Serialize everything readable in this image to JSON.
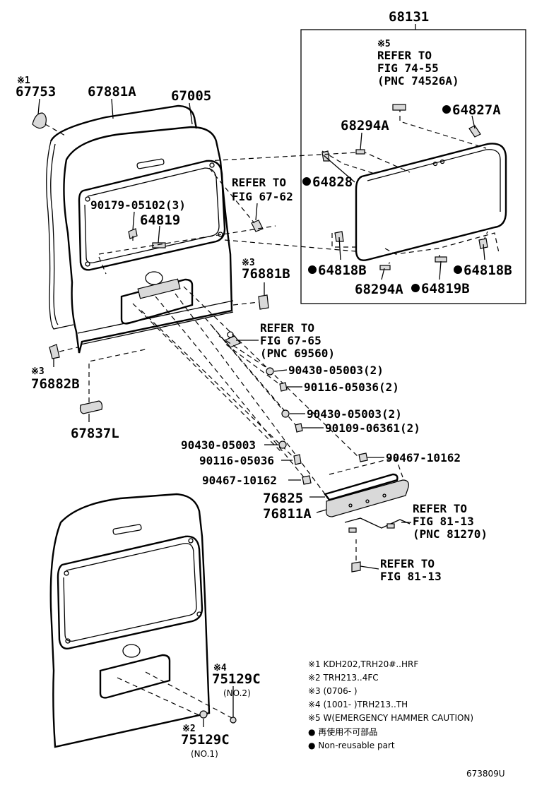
{
  "labels": {
    "p68131": "68131",
    "note5": "※5",
    "refer_7455_a": "REFER TO",
    "refer_7455_b": "FIG 74-55",
    "refer_7455_c": "(PNC 74526A)",
    "p64827A": "64827A",
    "p68294A_top": "68294A",
    "p64828": "64828",
    "p64818B_left": "64818B",
    "p64818B_right": "64818B",
    "p68294A_bottom": "68294A",
    "p64819B": "64819B",
    "note1": "※1",
    "p67753": "67753",
    "p67881A": "67881A",
    "p67005": "67005",
    "refer_6762_a": "REFER TO",
    "refer_6762_b": "FIG 67-62",
    "p90179": "90179-05102(3)",
    "p64819": "64819",
    "note3a": "※3",
    "p76881B": "76881B",
    "refer_6765_a": "REFER TO",
    "refer_6765_b": "FIG 67-65",
    "refer_6765_c": "(PNC 69560)",
    "p90430_a": "90430-05003(2)",
    "p90116_a": "90116-05036(2)",
    "p90430_b": "90430-05003(2)",
    "p90109": "90109-06361(2)",
    "note3b": "※3",
    "p76882B": "76882B",
    "p67837L": "67837L",
    "p90430_c": "90430-05003",
    "p90467_a": "90467-10162",
    "p90116_b": "90116-05036",
    "p90467_b": "90467-10162",
    "p76825": "76825",
    "p76811A": "76811A",
    "refer_8113a_a": "REFER TO",
    "refer_8113a_b": "FIG 81-13",
    "refer_8113a_c": "(PNC 81270)",
    "refer_8113b_a": "REFER TO",
    "refer_8113b_b": "FIG 81-13",
    "note4": "※4",
    "p75129C_top": "75129C",
    "no2": "(NO.2)",
    "note2": "※2",
    "p75129C_bottom": "75129C",
    "no1": "(NO.1)",
    "diagram_code": "673809U"
  },
  "legend": {
    "n1": "※1 KDH202,TRH20#..HRF",
    "n2": "※2 TRH213..4FC",
    "n3": "※3 (0706-        )",
    "n4": "※4 (1001-        )TRH213..TH",
    "n5": "※5 W(EMERGENCY HAMMER CAUTION)",
    "dot_jp": "● 再使用不可部品",
    "dot_en": "● Non-reusable part"
  }
}
